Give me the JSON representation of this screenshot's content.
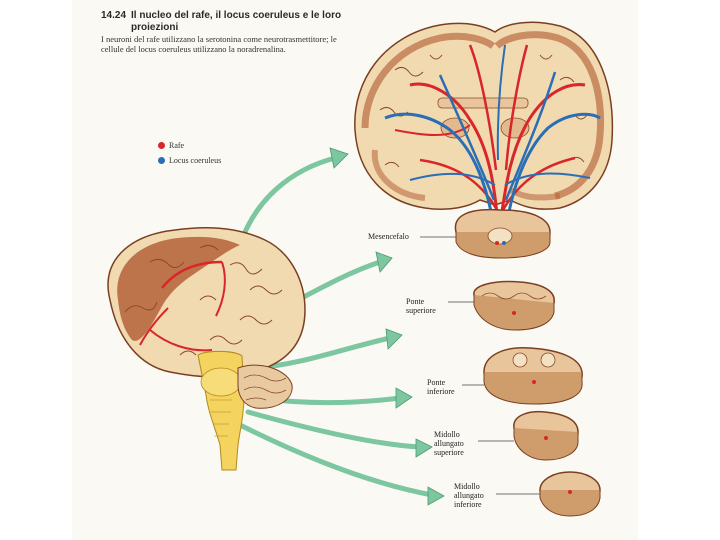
{
  "figure": {
    "number": "14.24",
    "title": "Il nucleo del rafe, il locus coeruleus e le loro proiezioni",
    "caption": "I neuroni del rafe utilizzano la serotonina come neurotrasmettitore; le cellule del locus coeruleus utilizzano la noradrenalina."
  },
  "legend": [
    {
      "label": "Rafe",
      "color": "#d8262a"
    },
    {
      "label": "Locus coeruleus",
      "color": "#2a6fb5"
    }
  ],
  "sections": [
    {
      "label": "Mesencefalo"
    },
    {
      "label": "Ponte\nsuperiore"
    },
    {
      "label": "Ponte\ninferiore"
    },
    {
      "label": "Midollo\nallungato\nsuperiore"
    },
    {
      "label": "Midollo\nallungato\ninferiore"
    }
  ],
  "colors": {
    "raphe": "#d8262a",
    "locus": "#2a6fb5",
    "arrow": "#7cc6a0",
    "brain": "#f1d9b0",
    "cortex": "#b5623a",
    "brainstem": "#f4d35e"
  }
}
